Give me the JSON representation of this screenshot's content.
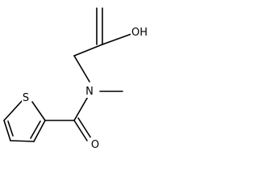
{
  "molecule": {
    "atoms": {
      "oh": "OH",
      "nitrogen": "N",
      "sulfur": "S",
      "carbonyl_oxygen": "O"
    }
  },
  "colors": {
    "bond": "#000000",
    "background": "#ffffff"
  }
}
